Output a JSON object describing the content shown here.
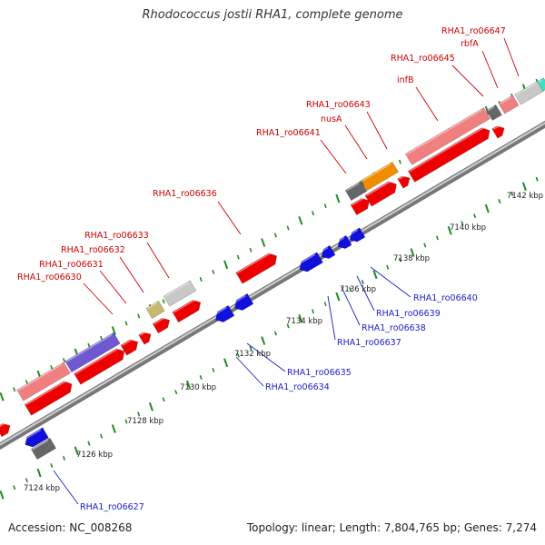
{
  "title": "Rhodococcus jostii RHA1, complete genome",
  "footer": {
    "accession": "Accession: NC_008268",
    "summary": "Topology: linear; Length: 7,804,765 bp; Genes: 7,274"
  },
  "colors": {
    "forward_label": "#cc0000",
    "reverse_label": "#1a1acc",
    "cds": "#ee0000",
    "rrna_light": "#f08080",
    "reverse_cds": "#1010dd",
    "tick": "#1f8a1f",
    "backbone": "#888888",
    "leader": "#222222"
  },
  "scale_labels": [
    "7124 kbp",
    "7126 kbp",
    "7128 kbp",
    "7130 kbp",
    "7132 kbp",
    "7134 kbp",
    "7136 kbp",
    "7138 kbp",
    "7140 kbp",
    "7142 kbp"
  ],
  "forward_labels": [
    "RHA1_ro06630",
    "RHA1_ro06631",
    "RHA1_ro06632",
    "RHA1_ro06633",
    "RHA1_ro06636",
    "RHA1_ro06641",
    "nusA",
    "RHA1_ro06643",
    "infB",
    "RHA1_ro06645",
    "rbfA",
    "RHA1_ro06647"
  ],
  "reverse_labels": [
    "RHA1_ro06627",
    "RHA1_ro06634",
    "RHA1_ro06635",
    "RHA1_ro06637",
    "RHA1_ro06638",
    "RHA1_ro06639",
    "RHA1_ro06640"
  ]
}
